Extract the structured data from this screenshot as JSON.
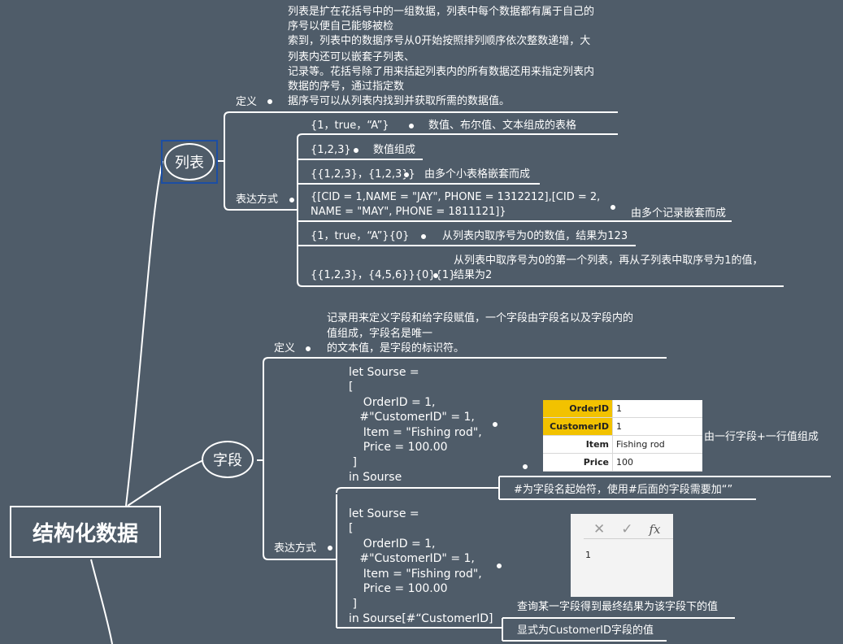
{
  "root": {
    "label": "结构化数据"
  },
  "list": {
    "label": "列表",
    "def_label": "定义",
    "def_text": [
      "列表是扩在花括号中的一组数据，列表中每个数据都有属于自己的",
      "序号以便自己能够被检",
      "索到，列表中的数据序号从0开始按照排列顺序依次整数递增，大",
      "列表内还可以嵌套子列表、",
      "记录等。花括号除了用来括起列表内的所有数据还用来指定列表内",
      "数据的序号，通过指定数",
      "据序号可以从列表内找到并获取所需的数据值。"
    ],
    "expr_label": "表达方式",
    "items": [
      {
        "code": [
          "{1，true，“A”}"
        ],
        "desc": [
          "数值、布尔值、文本组成的表格"
        ]
      },
      {
        "code": [
          "{1,2,3}"
        ],
        "desc": [
          "数值组成"
        ]
      },
      {
        "code": [
          "{{1,2,3}，{1,2,3}}"
        ],
        "desc": [
          "由多个小表格嵌套而成"
        ]
      },
      {
        "code": [
          "{[CID = 1,NAME = \"JAY\", PHONE = 1312212],[CID = 2,",
          "NAME = \"MAY\", PHONE = 1811121]}"
        ],
        "desc": [
          "由多个记录嵌套而成"
        ]
      },
      {
        "code": [
          "{1，true，“A”}{0}"
        ],
        "desc": [
          "从列表内取序号为0的数值，结果为123"
        ]
      },
      {
        "code": [
          "{{1,2,3}，{4,5,6}}{0}{1}"
        ],
        "desc": [
          "从列表中取序号为0的第一个列表，再从子列表中取序号为1的值，",
          "结果为2"
        ]
      }
    ]
  },
  "field": {
    "label": "字段",
    "def_label": "定义",
    "def_text": [
      "记录用来定义字段和给字段赋值，一个字段由字段名以及字段内的",
      "值组成，字段名是唯一",
      "的文本值，是字段的标识符。"
    ],
    "expr_label": "表达方式",
    "code1": [
      "let Sourse =",
      "[",
      "    OrderID = 1,",
      "   #\"CustomerID\" = 1,",
      "    Item = \"Fishing rod\",",
      "    Price = 100.00",
      " ]",
      "in Sourse"
    ],
    "table": [
      {
        "key": "OrderID",
        "value": "1"
      },
      {
        "key": "CustomerID",
        "value": "1"
      },
      {
        "key": "Item",
        "value": "Fishing rod"
      },
      {
        "key": "Price",
        "value": "100"
      }
    ],
    "table_desc": "由一行字段+一行值组成",
    "note1": "#为字段名起始符，使用#后面的字段需要加“”",
    "code2": [
      "let Sourse =",
      "[",
      "    OrderID = 1,",
      "   #\"CustomerID\" = 1,",
      "    Item = \"Fishing rod\",",
      "    Price = 100.00",
      " ]",
      "in Sourse[#“CustomerID]"
    ],
    "formula_result": "1",
    "fx_symbol": "fx",
    "desc2": "查询某一字段得到最终结果为该字段下的值",
    "desc3": "显式为CustomerID字段的值"
  }
}
